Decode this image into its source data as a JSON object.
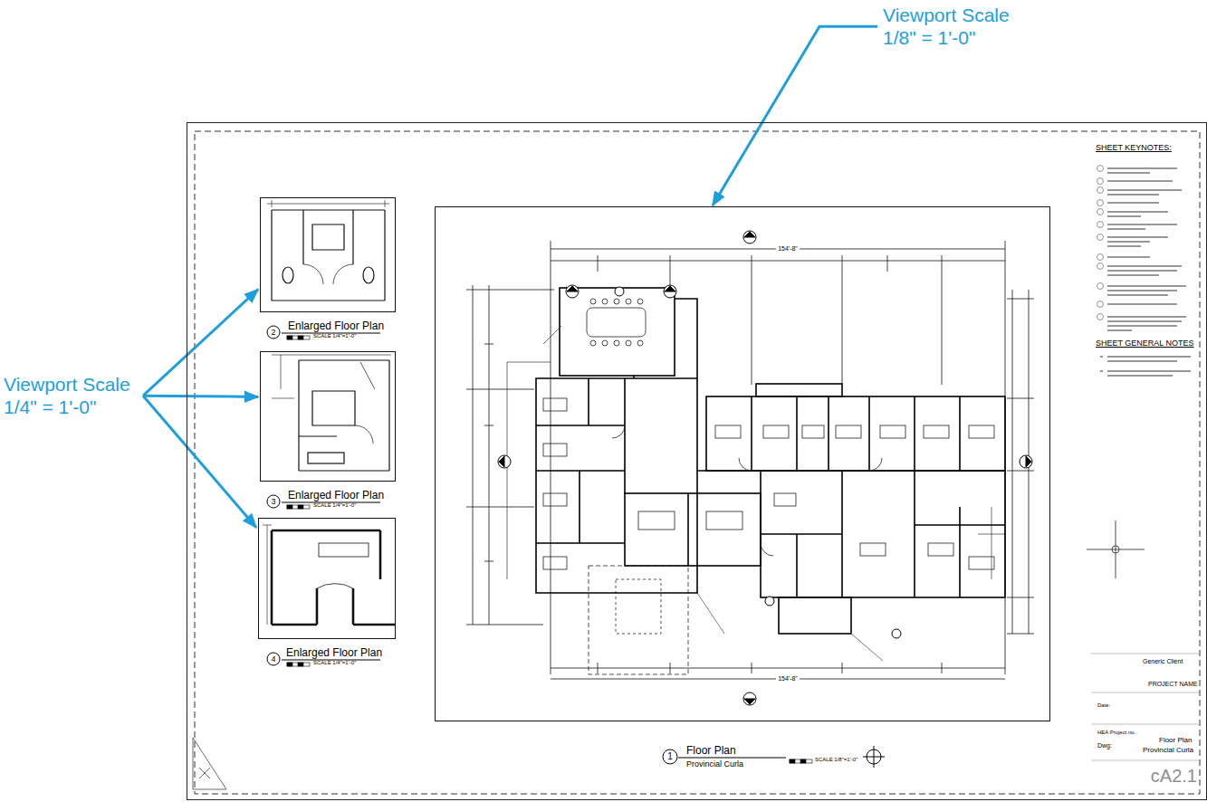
{
  "diagram": {
    "nodes": [
      {
        "text": [
          "cA2.1"
        ]
      },
      {
        "text": [
          "Enlarged Floor Plan"
        ],
        "in": 0
      },
      {
        "text": [
          "Enlarged Floor Plan"
        ],
        "in": 0
      },
      {
        "text": [
          "Enlarged Floor Plan"
        ],
        "in": 0
      },
      {
        "text": [
          "Floor Plan",
          "Provincial Curla"
        ],
        "in": 0
      },
      {
        "text": [
          "Viewport Scale 1/8\" = 1'-0\""
        ]
      },
      {
        "text": [
          "Viewport Scale 1/4\" = 1'-0\""
        ]
      }
    ],
    "edges": [
      {
        "from": 5,
        "to": 4,
        "arrow": "to"
      },
      {
        "from": 6,
        "to": 1,
        "arrow": "to"
      },
      {
        "from": 6,
        "to": 2,
        "arrow": "to"
      },
      {
        "from": 6,
        "to": 3,
        "arrow": "to"
      }
    ],
    "labels": [
      "2",
      "SCALE 1/4\"=1'-0\"",
      "3",
      "SCALE 1/4\"=1'-0\"",
      "4",
      "SCALE 1/4\"=1'-0\"",
      "1",
      "SCALE 1/8\"=1'-0\"",
      "SHEET KEYNOTES:",
      "SHEET GENERAL NOTES",
      "154'-8\"",
      "154'-8\"",
      "Generic Client",
      "PROJECT NAME",
      "Date:",
      "HEA Project no.",
      "Dwg:",
      "Floor Plan",
      "Provincial Curla"
    ]
  }
}
